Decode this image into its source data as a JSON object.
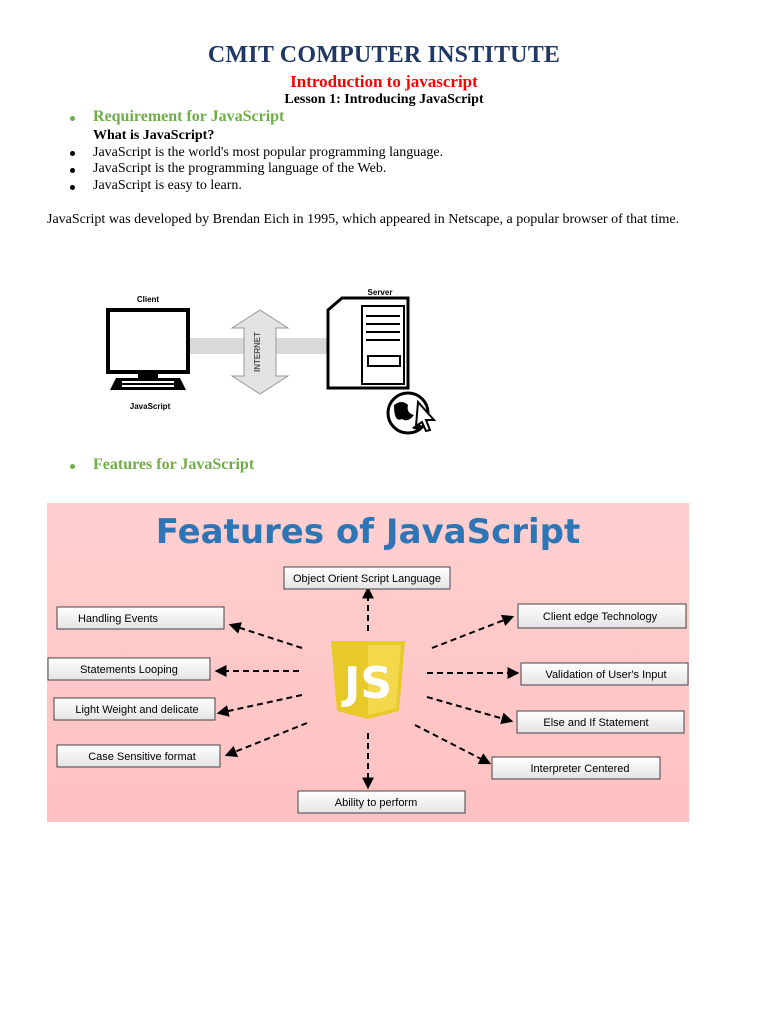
{
  "header": {
    "title": "CMIT COMPUTER INSTITUTE",
    "subtitle": "Introduction to javascript",
    "lesson": "Lesson 1: Introducing JavaScript"
  },
  "section1": {
    "heading": "Requirement for JavaScript",
    "question": "What is JavaScript?",
    "bullets": [
      "JavaScript is the world's most popular programming language.",
      "JavaScript is the programming language of the Web.",
      "JavaScript is easy to learn."
    ]
  },
  "history": "JavaScript was developed by Brendan Eich in 1995, which appeared in Netscape, a popular browser of that time.",
  "diagram": {
    "client_label": "Client",
    "server_label": "Server",
    "javascript_label": "JavaScript",
    "internet_label": "INTERNET"
  },
  "section2": {
    "heading": "Features for JavaScript"
  },
  "features": {
    "title": "Features of JavaScript",
    "logo_text": "JS",
    "items": [
      "Object Orient Script Language",
      "Handling Events",
      "Statements Looping",
      "Light Weight and delicate",
      "Case Sensitive format",
      "Ability to perform",
      "Client edge Technology",
      "Validation of User's Input",
      "Else and If Statement",
      "Interpreter Centered"
    ],
    "colors": {
      "background": "#ffc9c9",
      "title": "#2e75b6",
      "logo": "#e8c92a"
    }
  }
}
